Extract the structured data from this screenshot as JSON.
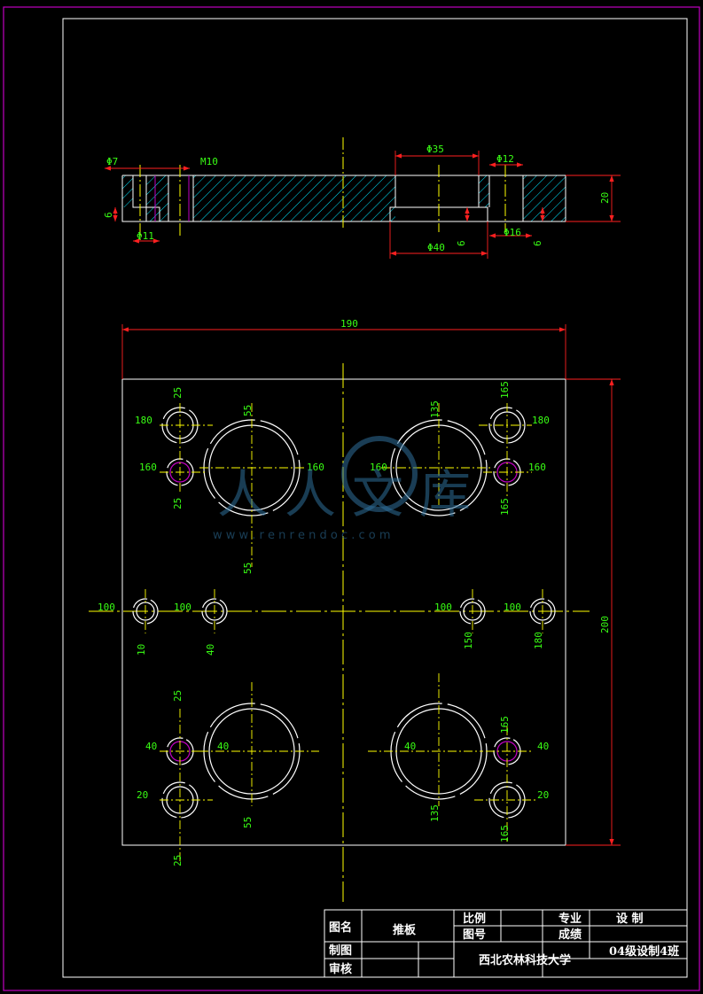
{
  "title_block": {
    "drawing_name_label": "图名",
    "drawing_name": "推板",
    "scale_label": "比例",
    "drawing_no_label": "图号",
    "major_label": "专业",
    "major": "设 制",
    "grade_label": "成绩",
    "drafter_label": "制图",
    "reviewer_label": "审核",
    "university": "西北农林科技大学",
    "class": "04级设制4班"
  },
  "watermark": {
    "text": "人人文库",
    "url": "w w w . r e n r e n d o c . c o m"
  },
  "section_view": {
    "dims": {
      "d7": "Φ7",
      "m10": "M10",
      "d35": "Φ35",
      "d12": "Φ12",
      "thickness": "20",
      "step_left": "6",
      "d11": "Φ11",
      "step_mid": "6",
      "d40": "Φ40",
      "d16": "Φ16",
      "step_right": "6"
    }
  },
  "plan_view": {
    "dims": {
      "width": "190",
      "height": "200",
      "tl_25": "25",
      "tl_180": "180",
      "tl_160": "160",
      "tl_25b": "25",
      "tl_55": "55",
      "tl_160r": "160",
      "tl_55b": "55",
      "tr_135": "135",
      "tr_165": "165",
      "tr_180": "180",
      "tr_160l": "160",
      "tr_160": "160",
      "tr_165b": "165",
      "mid_100a": "100",
      "mid_100b": "100",
      "mid_100c": "100",
      "mid_100d": "100",
      "mid_10": "10",
      "mid_40": "40",
      "mid_150": "150",
      "mid_180": "180",
      "bl_25": "25",
      "bl_40": "40",
      "bl_40r": "40",
      "bl_20": "20",
      "bl_55": "55",
      "bl_25b": "25",
      "br_40l": "40",
      "br_165": "165",
      "br_40": "40",
      "br_20": "20",
      "br_135": "135",
      "br_165b": "165"
    }
  },
  "colors": {
    "outline": "#ffffff",
    "dimension": "#ff2020",
    "dim_text": "#39ff14",
    "centerline": "#ffff00",
    "hatch": "#00e5ff",
    "frame": "#c000c0",
    "hole_accent": "#c000c0"
  }
}
